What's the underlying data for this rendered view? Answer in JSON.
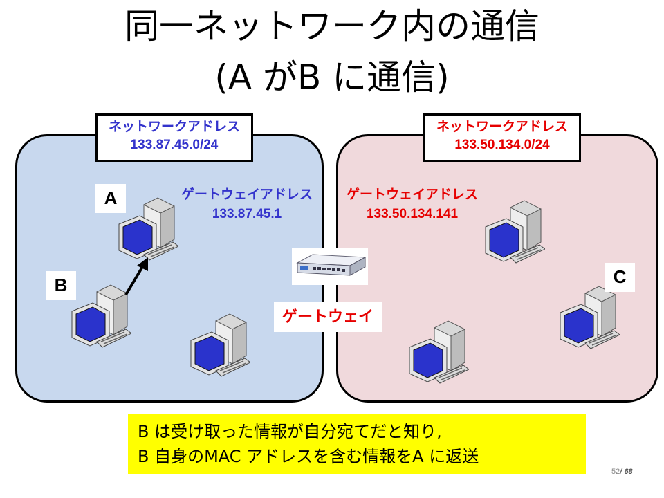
{
  "title": {
    "line1": "同一ネットワーク内の通信",
    "line2": "(A がB に通信)"
  },
  "left_network": {
    "address_label": "ネットワークアドレス",
    "address": "133.87.45.0/24",
    "gateway_label": "ゲートウェイアドレス",
    "gateway_address": "133.87.45.1",
    "color": "#3333cc"
  },
  "right_network": {
    "address_label": "ネットワークアドレス",
    "address": "133.50.134.0/24",
    "gateway_label": "ゲートウェイアドレス",
    "gateway_address": "133.50.134.141",
    "color": "#e60000"
  },
  "hosts": {
    "a": "A",
    "b": "B",
    "c": "C"
  },
  "gateway": {
    "label": "ゲートウェイ"
  },
  "note": {
    "line1": "B は受け取った情報が自分宛てだと知り,",
    "line2": "B 自身のMAC アドレスを含む情報をA に返送"
  },
  "page": {
    "current": "52",
    "total": "/ 68"
  }
}
